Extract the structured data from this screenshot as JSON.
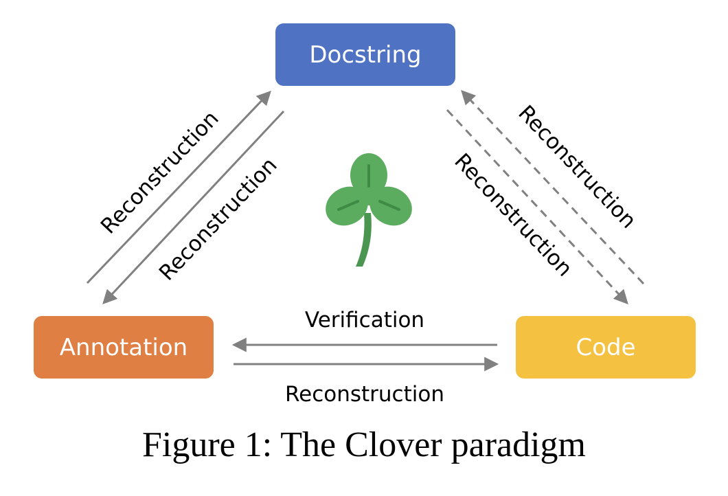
{
  "nodes": {
    "docstring": {
      "label": "Docstring",
      "color": "#4f72c3"
    },
    "annotation": {
      "label": "Annotation",
      "color": "#e07f43"
    },
    "code": {
      "label": "Code",
      "color": "#f4c141"
    }
  },
  "edges": {
    "annotation_to_docstring": "Reconstruction",
    "docstring_to_annotation": "Reconstruction",
    "code_to_docstring": "Reconstruction",
    "docstring_to_code": "Reconstruction",
    "code_to_annotation": "Verification",
    "annotation_to_code": "Reconstruction"
  },
  "center_icon": "shamrock-icon",
  "colors": {
    "arrow": "#808080",
    "clover": "#5cac5f",
    "clover_dark": "#4a9650"
  },
  "caption": "Figure 1: The Clover paradigm"
}
